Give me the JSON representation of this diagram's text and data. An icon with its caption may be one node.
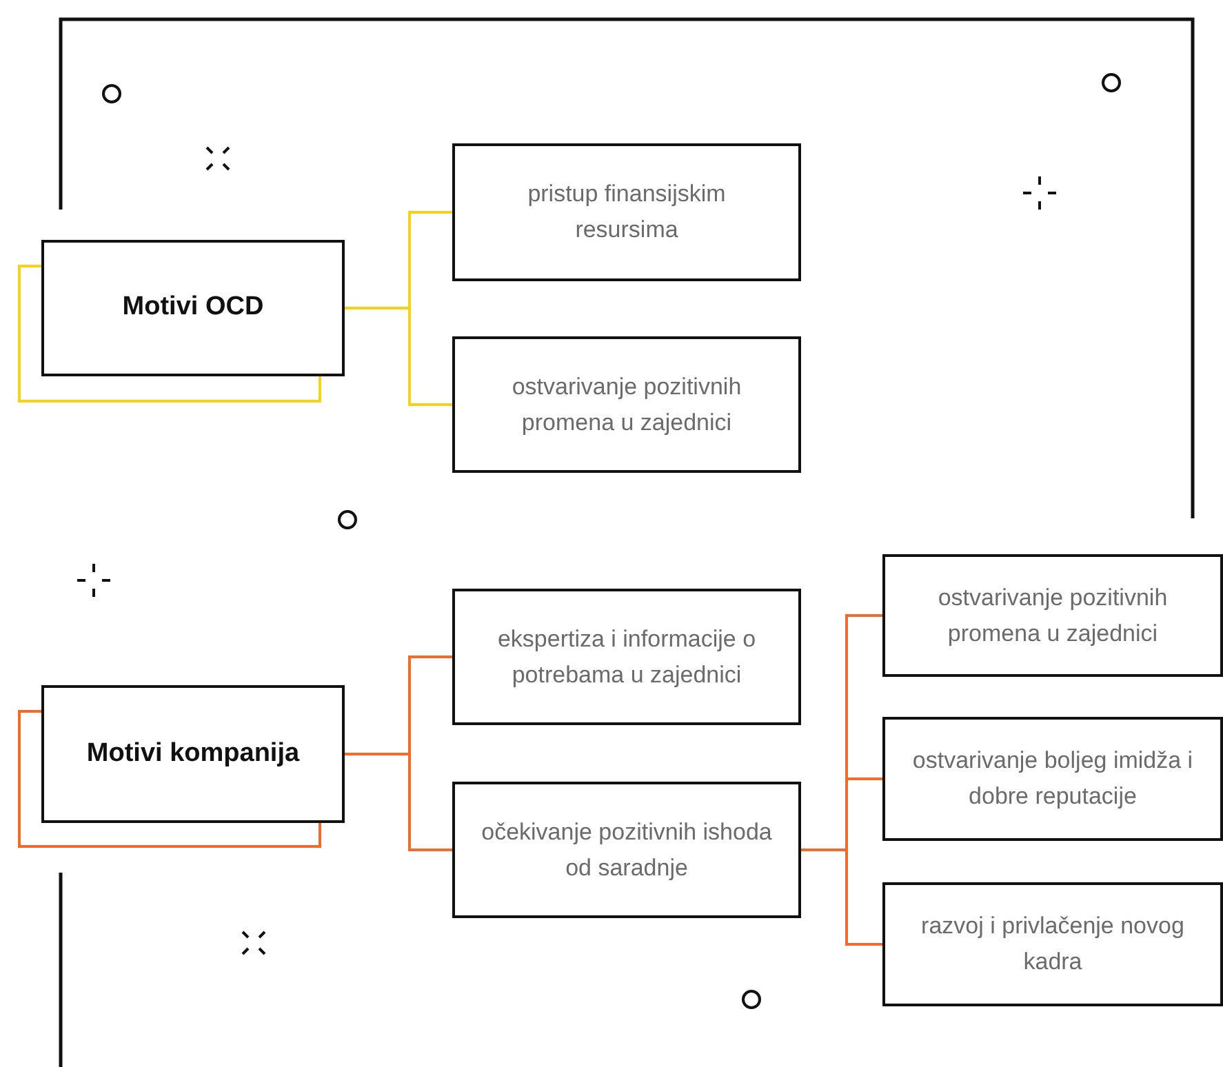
{
  "diagram": {
    "nodes": [
      {
        "text": [
          "Motivi OCD"
        ]
      },
      {
        "text": [
          "pristup finansijskim resursima"
        ]
      },
      {
        "text": [
          "ostvarivanje pozitivnih promena u zajednici"
        ]
      },
      {
        "text": [
          "Motivi kompanija"
        ]
      },
      {
        "text": [
          "ekspertiza i informacije o potrebama u zajednici"
        ]
      },
      {
        "text": [
          "očekivanje pozitivnih ishoda od saradnje"
        ]
      },
      {
        "text": [
          "ostvarivanje pozitivnih promena u zajednici"
        ]
      },
      {
        "text": [
          "ostvarivanje boljeg imidža i dobre reputacije"
        ]
      },
      {
        "text": [
          "razvoj i privlačenje novog kadra"
        ]
      }
    ],
    "edges": [
      {
        "from": 0,
        "to": 1,
        "arrow": "none",
        "color": "#f5d31a"
      },
      {
        "from": 0,
        "to": 2,
        "arrow": "none",
        "color": "#f5d31a"
      },
      {
        "from": 3,
        "to": 4,
        "arrow": "none"
      },
      {
        "from": 3,
        "to": 5,
        "arrow": "none"
      },
      {
        "from": 5,
        "to": 6,
        "arrow": "none"
      },
      {
        "from": 5,
        "to": 7,
        "arrow": "none"
      },
      {
        "from": 5,
        "to": 8,
        "arrow": "none"
      }
    ]
  }
}
